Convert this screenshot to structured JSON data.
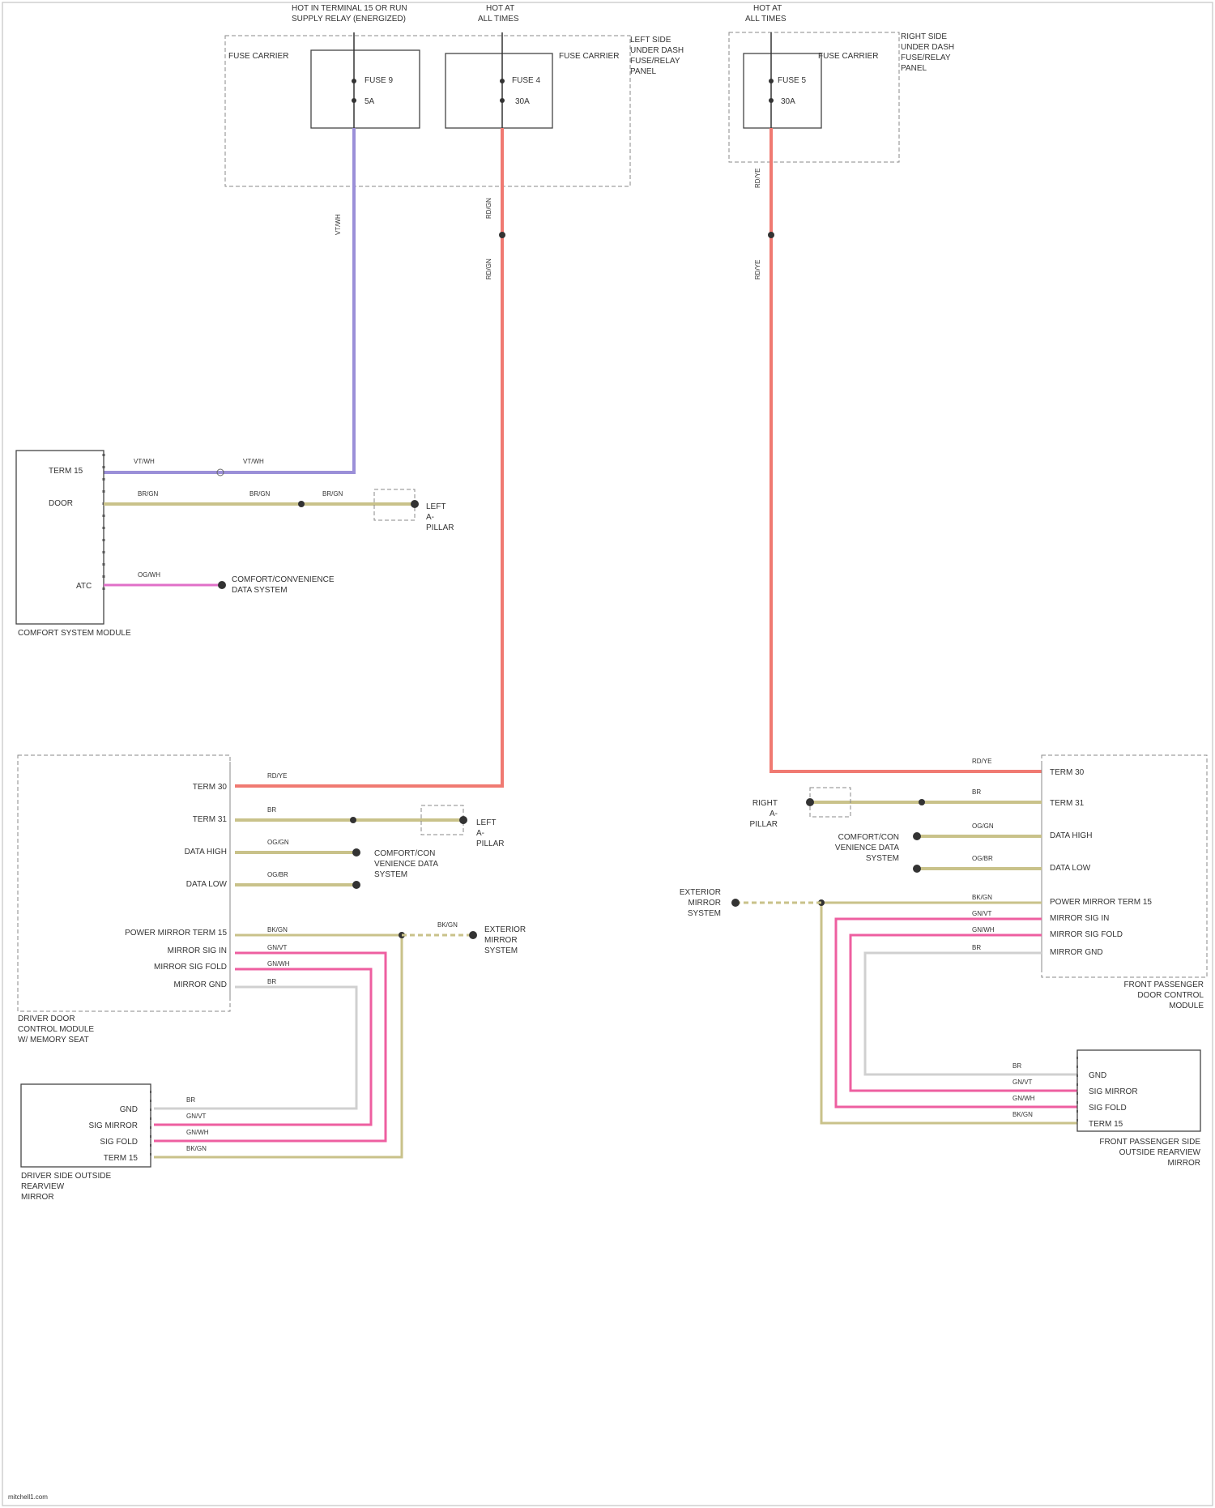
{
  "colors": {
    "power_red": "#f07a72",
    "violet": "#9b8fd8",
    "tan": "#c9c28a",
    "pink": "#ee5fa0",
    "magenta": "#e070c8",
    "gray_wire": "#d0d0d0"
  },
  "top": {
    "source_left": "HOT IN TERMINAL 15 OR RUN",
    "source_left_sub": "SUPPLY RELAY (ENERGIZED)",
    "source_mid": "HOT AT",
    "source_mid_sub": "ALL TIMES",
    "source_right": "HOT AT",
    "source_right_sub": "ALL TIMES",
    "fuse_carrier_left": "FUSE CARRIER",
    "fuse_carrier_mid": "FUSE CARRIER",
    "fuse_carrier_right": "FUSE CARRIER",
    "fuse_left_name": "FUSE 9",
    "fuse_left_amp": "5A",
    "fuse_mid_name": "FUSE 4",
    "fuse_mid_amp": "30A",
    "fuse_right_name": "FUSE 5",
    "fuse_right_amp": "30A",
    "mid_location": "LEFT SIDE UNDER DASH FUSE/RELAY PANEL",
    "right_location": "RIGHT SIDE UNDER DASH FUSE/RELAY PANEL",
    "wire_violet": "VT/WH",
    "wire_red_1": "RD/GN",
    "wire_red_2": "RD/GN",
    "wire_red_3": "RD/YE",
    "wire_red_4": "RD/YE"
  },
  "ccm": {
    "name": "COMFORT SYSTEM MODULE",
    "pin_1_label": "TERM 15",
    "pin_2_label": "DOOR",
    "pin_3_label": "ATC",
    "wire_a": "VT/WH",
    "wire_b": "VT/WH",
    "wire_c": "BR/GN",
    "wire_d": "BR/GN",
    "wire_e": "BR/GN",
    "wire_f": "OG/WH",
    "ground_label": "LEFT A-PILLAR",
    "dest_label": "COMFORT/CONVENIENCE DATA SYSTEM"
  },
  "driver_module": {
    "name": "DRIVER DOOR CONTROL MODULE",
    "pin_labels": [
      "TERM 30",
      "TERM 31",
      "DATA HIGH",
      "DATA LOW",
      "POWER MIRROR TERM 15",
      "MIRROR SIG IN",
      "MIRROR SIG FOLD",
      "MIRROR GND"
    ],
    "wire_labels": [
      "RD/YE",
      "BR",
      "OG/GN",
      "OG/BR",
      "BK/GN",
      "GN/VT",
      "GN/WH",
      "BR"
    ],
    "ground_label": "LEFT A-PILLAR",
    "data_dest": "COMFORT/CONVENIENCE DATA SYSTEM",
    "ext_dest": "EXTERIOR MIRROR SYSTEM",
    "splice": "BK/GN"
  },
  "driver_mirror": {
    "name": "DRIVER SIDE OUTSIDE REARVIEW MIRROR",
    "pin_labels": [
      "GND",
      "SIG MIRROR",
      "SIG FOLD",
      "TERM 15"
    ],
    "wire_labels": [
      "BR",
      "GN/VT",
      "GN/WH",
      "BK/GN"
    ]
  },
  "pass_module": {
    "name": "FRONT PASSENGER DOOR CONTROL MODULE",
    "pin_labels": [
      "TERM 30",
      "TERM 31",
      "DATA HIGH",
      "DATA LOW",
      "POWER MIRROR TERM 15",
      "MIRROR SIG IN",
      "MIRROR SIG FOLD",
      "MIRROR GND"
    ],
    "wire_labels": [
      "RD/YE",
      "BR",
      "OG/GN",
      "OG/BR",
      "BK/GN",
      "GN/VT",
      "GN/WH",
      "BR"
    ],
    "ground_label": "RIGHT A-PILLAR",
    "data_dest": "COMFORT/CONVENIENCE DATA SYSTEM",
    "ext_dest": "EXTERIOR MIRROR SYSTEM"
  },
  "pass_mirror": {
    "name": "FRONT PASSENGER SIDE OUTSIDE REARVIEW MIRROR",
    "pin_labels": [
      "GND",
      "SIG MIRROR",
      "SIG FOLD",
      "TERM 15"
    ],
    "wire_labels": [
      "BR",
      "GN/VT",
      "GN/WH",
      "BK/GN"
    ]
  },
  "footer": "mitchell1.com"
}
